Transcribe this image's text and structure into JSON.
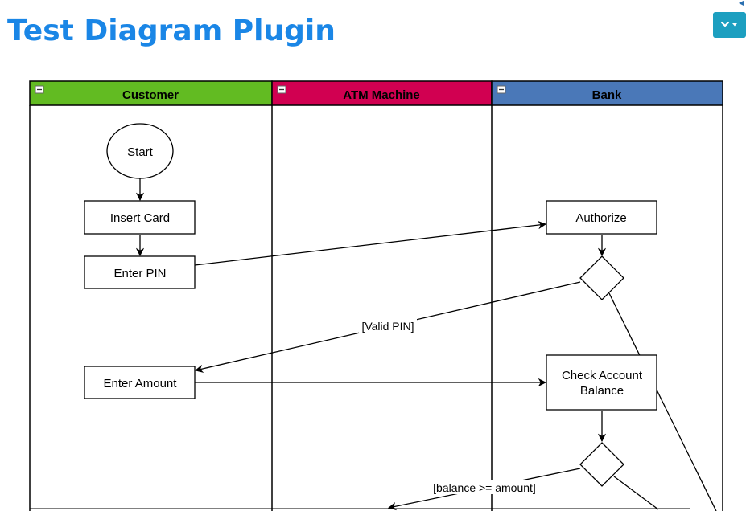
{
  "header": {
    "title": "Test Diagram Plugin",
    "menu_icon": "chevron-down-icon",
    "corner_icon": "caret-left-icon"
  },
  "diagram": {
    "lanes": [
      {
        "label": "Customer",
        "color": "#62bb22"
      },
      {
        "label": "ATM Machine",
        "color": "#d10051"
      },
      {
        "label": "Bank",
        "color": "#4a78b8"
      }
    ],
    "nodes": {
      "start": "Start",
      "insert_card": "Insert Card",
      "enter_pin": "Enter PIN",
      "authorize": "Authorize",
      "enter_amount": "Enter Amount",
      "check_balance_line1": "Check Account",
      "check_balance_line2": "Balance"
    },
    "edge_labels": {
      "valid_pin": "[Valid PIN]",
      "balance_ok": "[balance >= amount]"
    }
  }
}
